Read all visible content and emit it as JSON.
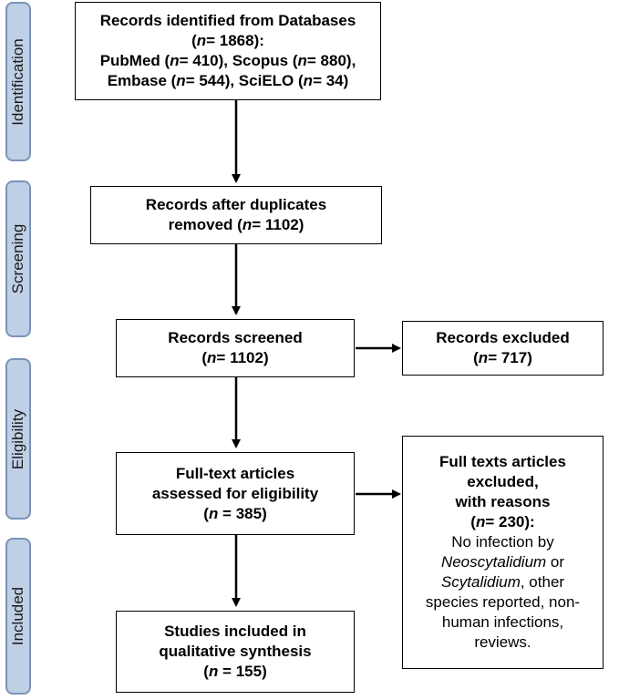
{
  "stages": {
    "identification": "Identification",
    "screening": "Screening",
    "eligibility": "Eligibility",
    "included": "Included"
  },
  "identified": {
    "line1": "Records identified from Databases",
    "l2_open": "(",
    "l2_n": "n",
    "l2_close": "= 1868):",
    "l3_a": "PubMed (",
    "l3_n1": "n",
    "l3_b": "= 410), Scopus (",
    "l3_n2": "n",
    "l3_c": "= 880),",
    "l4_a": "Embase (",
    "l4_n1": "n",
    "l4_b": "= 544), SciELO (",
    "l4_n2": "n",
    "l4_c": "= 34)"
  },
  "duplicates_removed": {
    "line1": "Records after duplicates",
    "l2_a": "removed (",
    "l2_n": "n",
    "l2_b": "= 1102)"
  },
  "screened": {
    "line1": "Records screened",
    "l2_a": "(",
    "l2_n": "n",
    "l2_b": "= 1102)"
  },
  "excluded": {
    "line1": "Records excluded",
    "l2_a": "(",
    "l2_n": "n",
    "l2_b": "= 717)"
  },
  "full_text": {
    "line1": "Full-text articles",
    "line2": "assessed for eligibility",
    "l3_a": "(",
    "l3_n": "n",
    "l3_b": " = 385)"
  },
  "full_text_excluded": {
    "line1": "Full texts articles",
    "line2": "excluded,",
    "line3": "with reasons",
    "l4_a": "(",
    "l4_n": "n",
    "l4_b": "= 230):",
    "line5": "No infection by",
    "l6_i": "Neoscytalidium",
    "l6_b": " or",
    "l7_i": "Scytalidium",
    "l7_b": ", other",
    "line8": "species reported, non-",
    "line9": "human infections,",
    "line10": "reviews."
  },
  "included": {
    "line1": "Studies included in",
    "line2": "qualitative synthesis",
    "l3_a": "(",
    "l3_n": "n",
    "l3_b": " = 155)"
  },
  "colors": {
    "stage_fill": "#bfd0e6",
    "stage_border": "#7a93b8",
    "box_border": "#000000"
  }
}
